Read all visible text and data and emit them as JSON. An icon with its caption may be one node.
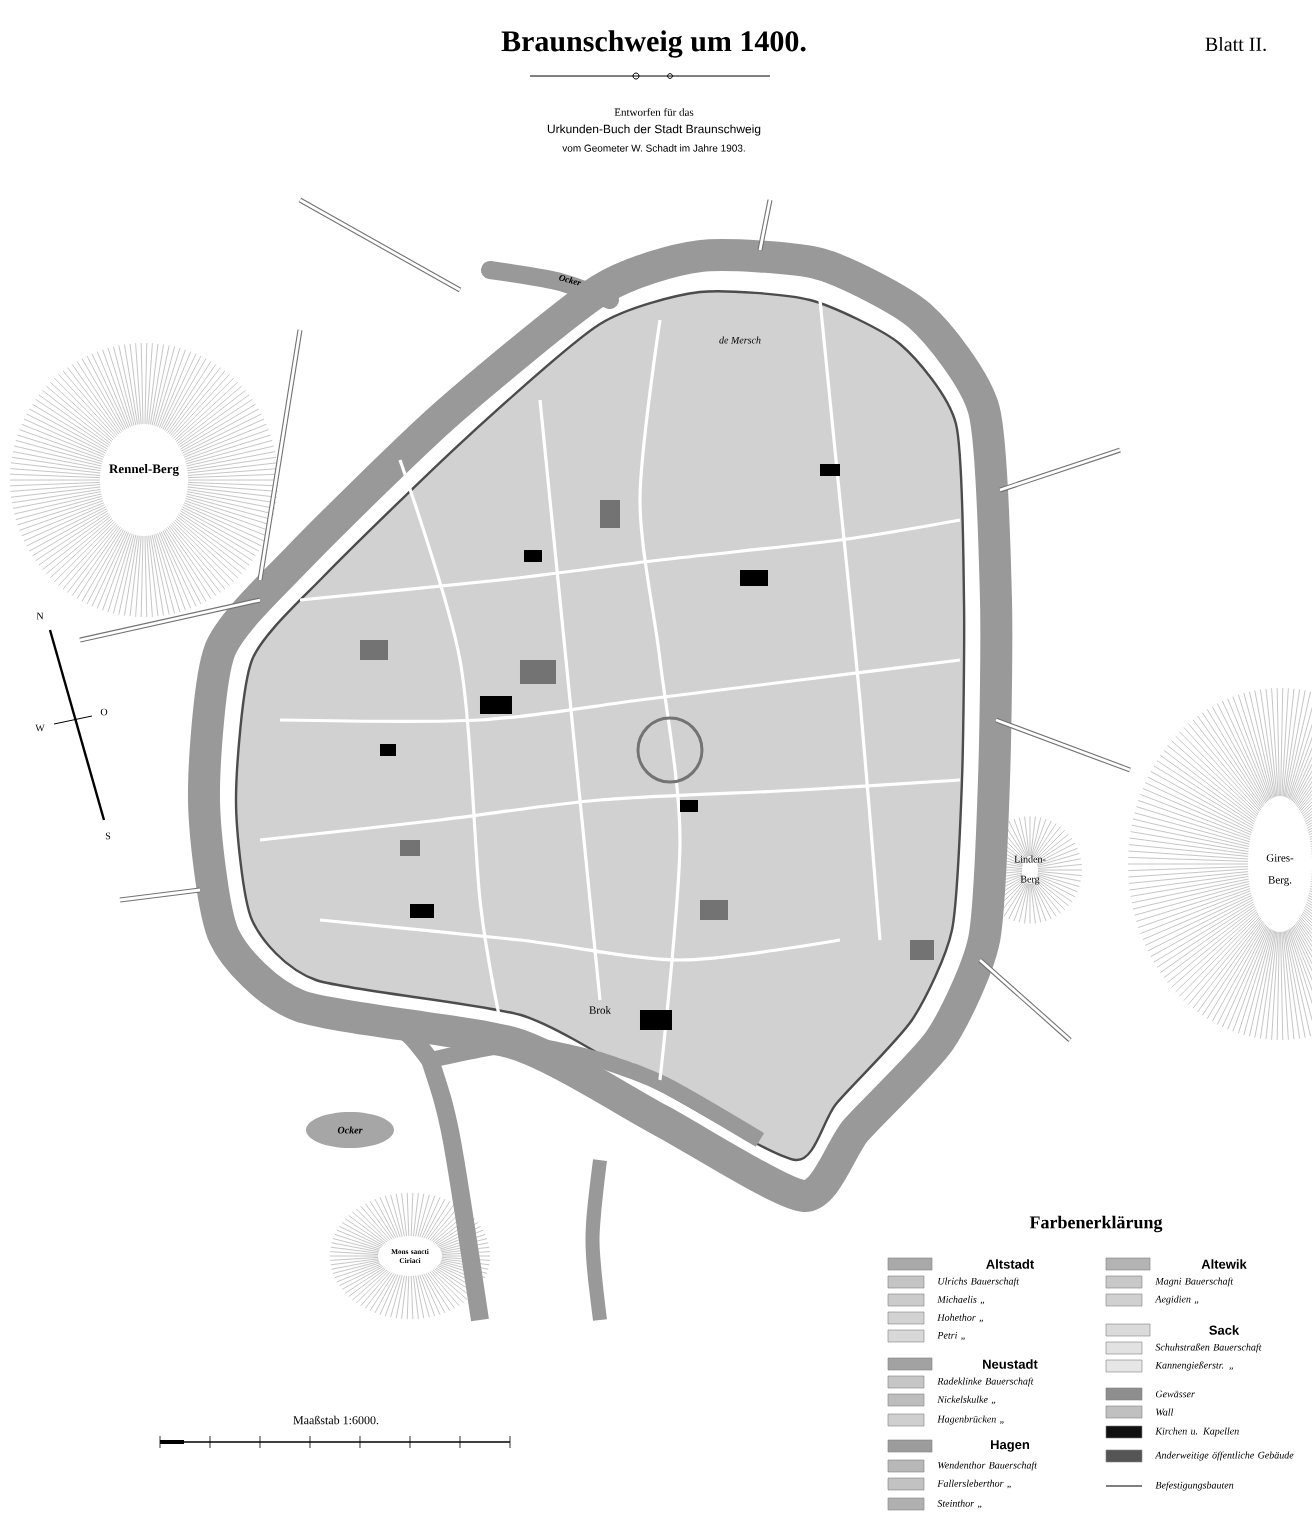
{
  "diagram": {
    "title": "Braunschweig um 1400.",
    "labels": [
      "Blatt II.",
      "Entworfen für das",
      "Urkunden-Buch der Stadt Braunschweig",
      "vom Geometer W. Schadt im Jahre 1903.",
      "Ocker",
      "de Mersch",
      "Rennel-Berg",
      "Linden-Berg",
      "Gires-Berg.",
      "Ocker",
      "Mons sancti Ciriaci",
      "Brok",
      "N",
      "W",
      "O",
      "S",
      "Maaßstab 1:6000.",
      "Farbenerklärung"
    ],
    "legend": [
      {
        "text": "Altstadt",
        "color": "#a9a9a9"
      },
      {
        "text": "Ulrichs Bauerschaft",
        "color": "#c4c4c4"
      },
      {
        "text": "Michaelis „",
        "color": "#cbcbcb"
      },
      {
        "text": "Hohethor „",
        "color": "#d2d2d2"
      },
      {
        "text": "Petri „",
        "color": "#d8d8d8"
      },
      {
        "text": "Neustadt",
        "color": "#a2a2a2"
      },
      {
        "text": "Radeklinke Bauerschaft",
        "color": "#c6c6c6"
      },
      {
        "text": "Nickelskulke „",
        "color": "#bdbdbd"
      },
      {
        "text": "Hagenbrücken „",
        "color": "#cfcfcf"
      },
      {
        "text": "Hagen",
        "color": "#9c9c9c"
      },
      {
        "text": "Wendenthor Bauerschaft",
        "color": "#b8b8b8"
      },
      {
        "text": "Fallersleberthor „",
        "color": "#c2c2c2"
      },
      {
        "text": "Steinthor „",
        "color": "#b0b0b0"
      },
      {
        "text": "Altewik",
        "color": "#b4b4b4"
      },
      {
        "text": "Magni Bauerschaft",
        "color": "#c8c8c8"
      },
      {
        "text": "Aegidien „",
        "color": "#d0d0d0"
      },
      {
        "text": "Sack",
        "color": "#dadada"
      },
      {
        "text": "Schuhstraßen Bauerschaft",
        "color": "#e2e2e2"
      },
      {
        "text": "Kannengießerstr. „",
        "color": "#e6e6e6"
      },
      {
        "text": "Gewässer",
        "color": "#8e8e8e"
      },
      {
        "text": "Wall",
        "color": "#c0c0c0"
      },
      {
        "text": "Kirchen u. Kapellen",
        "color": "#101010"
      },
      {
        "text": "Anderweitige öffentliche Gebäude",
        "color": "#555555"
      },
      {
        "text": "Befestigungsbauten"
      }
    ]
  }
}
